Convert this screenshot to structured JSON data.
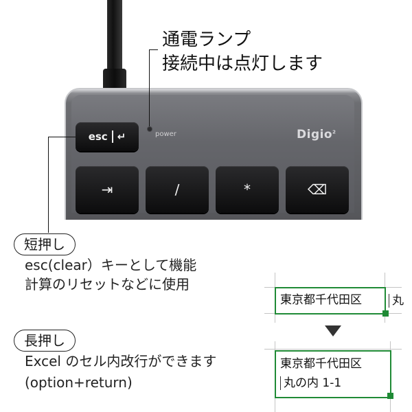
{
  "callout": {
    "line1": "通電ランプ",
    "line2": "接続中は点灯します"
  },
  "device": {
    "esc_label": "esc",
    "return_symbol": "↵",
    "power_label": "power",
    "brand": "Digio",
    "brand_sup": "2",
    "keys": [
      {
        "symbol": "⇥",
        "icon": "tab-icon"
      },
      {
        "symbol": "/",
        "icon": "slash"
      },
      {
        "symbol": "*",
        "icon": "asterisk"
      },
      {
        "symbol": "⌫",
        "icon": "backspace-icon"
      }
    ]
  },
  "short_press": {
    "label": "短押し",
    "line1": "esc(clear）キーとして機能",
    "line2": "計算のリセットなどに使用"
  },
  "long_press": {
    "label": "長押し",
    "line1": "Excel のセル内改行ができます",
    "line2": "(option+return)"
  },
  "sheet": {
    "before_text": "東京都千代田区",
    "before_next": "丸",
    "after_line1": "東京都千代田区",
    "after_line2": "丸の内 1-1",
    "accent": "#1f8a35"
  }
}
